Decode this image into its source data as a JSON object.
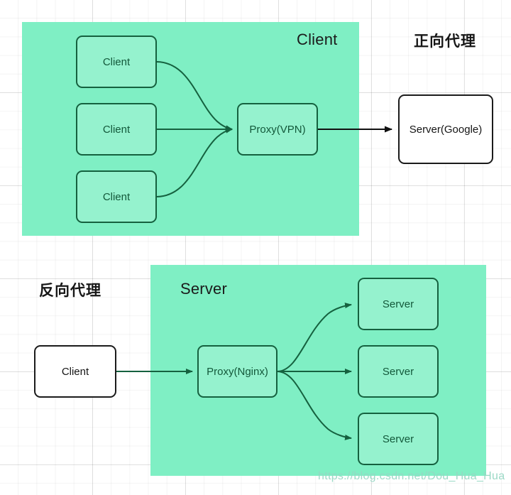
{
  "diagram": {
    "watermark": "https://blog.csdn.net/Dou_Hua_Hua",
    "colors": {
      "band": "#7FEFC4",
      "node_green_fill": "#95F2CE",
      "node_green_stroke": "#15613F",
      "node_white_fill": "#FFFFFF",
      "node_white_stroke": "#1B1B1B",
      "edge_green": "#15613F",
      "edge_black": "#111111",
      "background": "#FFFFFF"
    },
    "sections": [
      {
        "id": "forward-proxy",
        "label": "正向代理",
        "group_title": "Client",
        "nodes": [
          {
            "id": "client-1",
            "label": "Client"
          },
          {
            "id": "client-2",
            "label": "Client"
          },
          {
            "id": "client-3",
            "label": "Client"
          },
          {
            "id": "proxy-vpn",
            "label": "Proxy(VPN)"
          },
          {
            "id": "server-google",
            "label": "Server(Google)"
          }
        ],
        "edges": [
          {
            "from": "client-1",
            "to": "proxy-vpn"
          },
          {
            "from": "client-2",
            "to": "proxy-vpn"
          },
          {
            "from": "client-3",
            "to": "proxy-vpn"
          },
          {
            "from": "proxy-vpn",
            "to": "server-google"
          }
        ]
      },
      {
        "id": "reverse-proxy",
        "label": "反向代理",
        "group_title": "Server",
        "nodes": [
          {
            "id": "client-rev",
            "label": "Client"
          },
          {
            "id": "proxy-nginx",
            "label": "Proxy(Nginx)"
          },
          {
            "id": "server-1",
            "label": "Server"
          },
          {
            "id": "server-2",
            "label": "Server"
          },
          {
            "id": "server-3",
            "label": "Server"
          }
        ],
        "edges": [
          {
            "from": "client-rev",
            "to": "proxy-nginx"
          },
          {
            "from": "proxy-nginx",
            "to": "server-1"
          },
          {
            "from": "proxy-nginx",
            "to": "server-2"
          },
          {
            "from": "proxy-nginx",
            "to": "server-3"
          }
        ]
      }
    ]
  }
}
